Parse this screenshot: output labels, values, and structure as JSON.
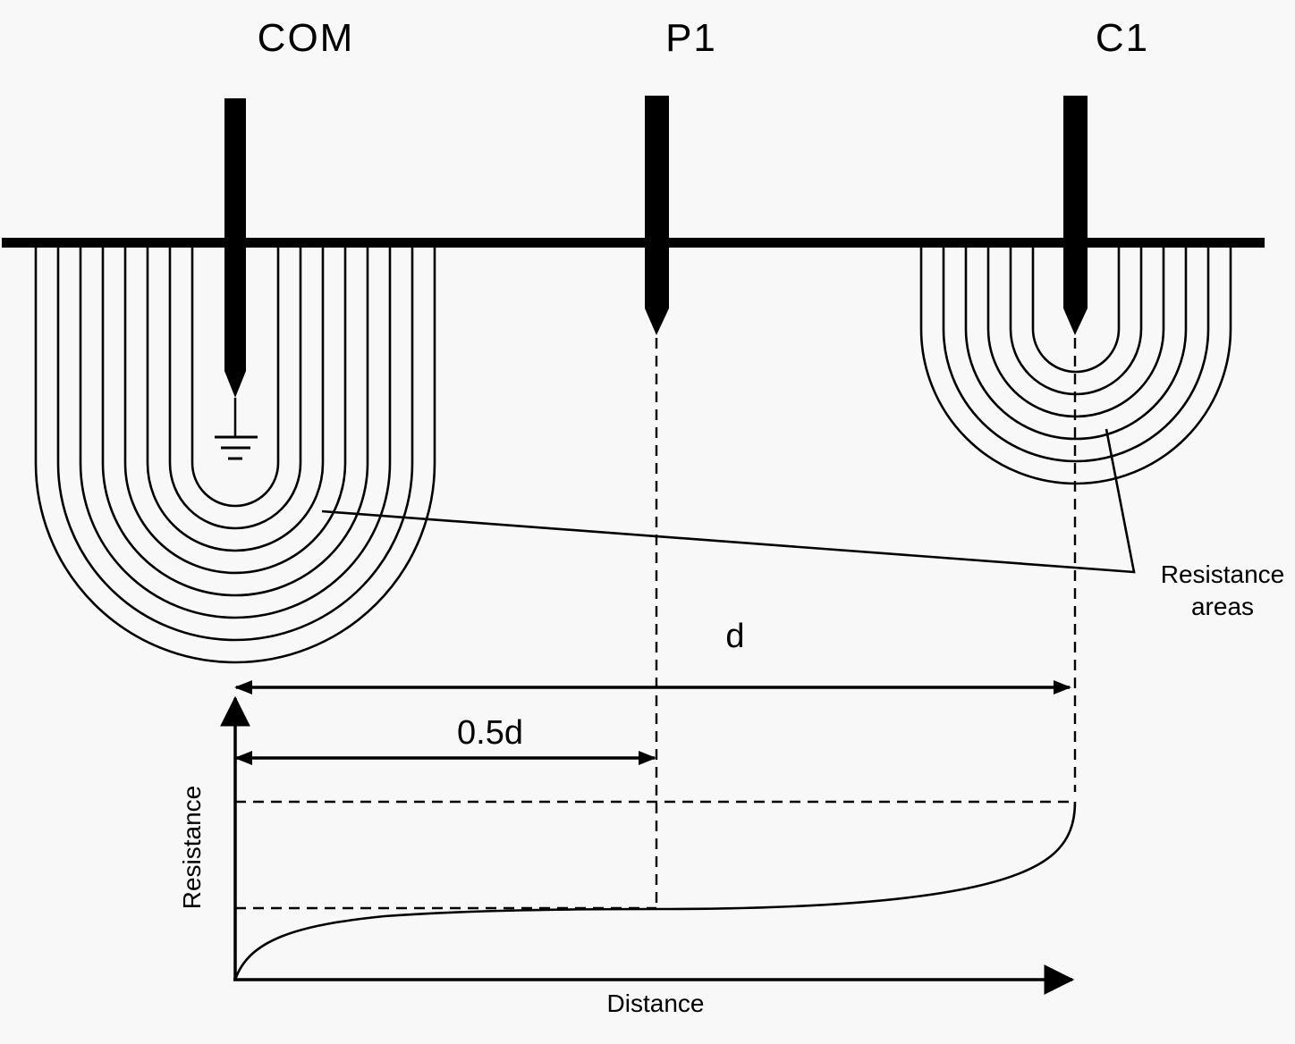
{
  "probes": {
    "com": "COM",
    "p1": "P1",
    "c1": "C1"
  },
  "labels": {
    "d": "d",
    "half_d": "0.5d",
    "resistance_areas_line1": "Resistance",
    "resistance_areas_line2": "areas",
    "y_axis": "Resistance",
    "x_axis": "Distance"
  },
  "colors": {
    "background": "#f8f8f8",
    "ink": "#000000"
  }
}
